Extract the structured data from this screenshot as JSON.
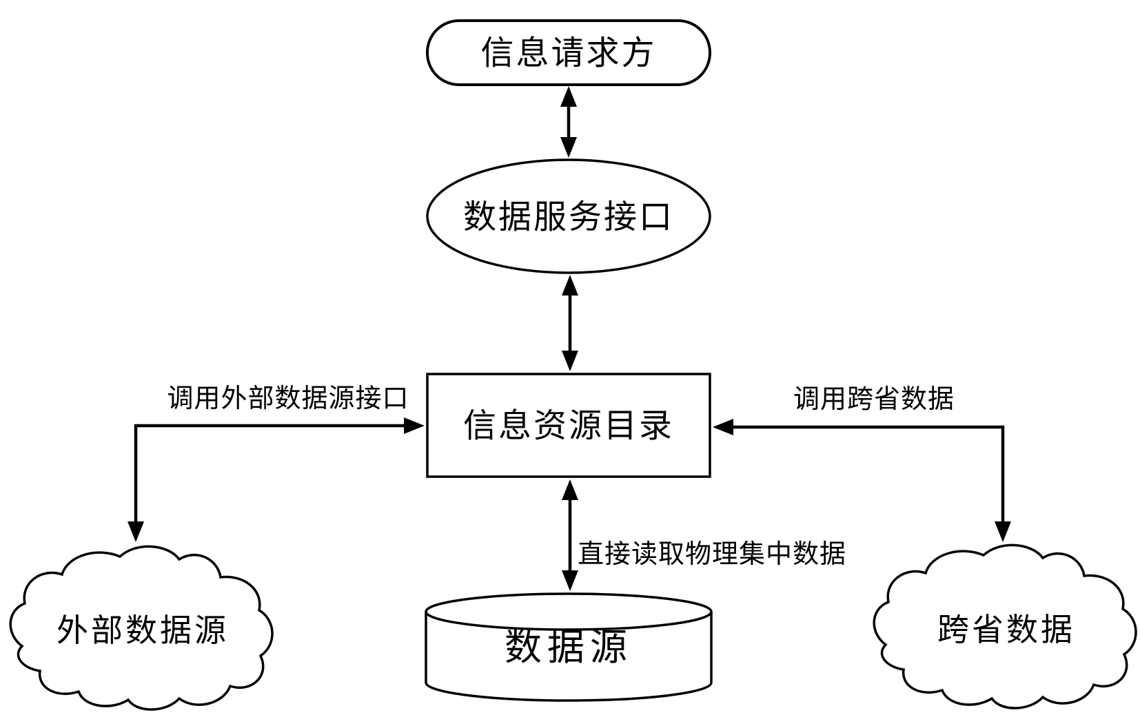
{
  "diagram": {
    "nodes": {
      "requester": "信息请求方",
      "service_interface": "数据服务接口",
      "resource_catalog": "信息资源目录",
      "data_source": "数据源",
      "external_source": "外部数据源",
      "cross_province": "跨省数据"
    },
    "edge_labels": {
      "call_external": "调用外部数据源接口",
      "call_cross_province": "调用跨省数据",
      "direct_read": "直接读取物理集中数据"
    },
    "colors": {
      "line": "#000000",
      "fill": "#ffffff"
    }
  }
}
